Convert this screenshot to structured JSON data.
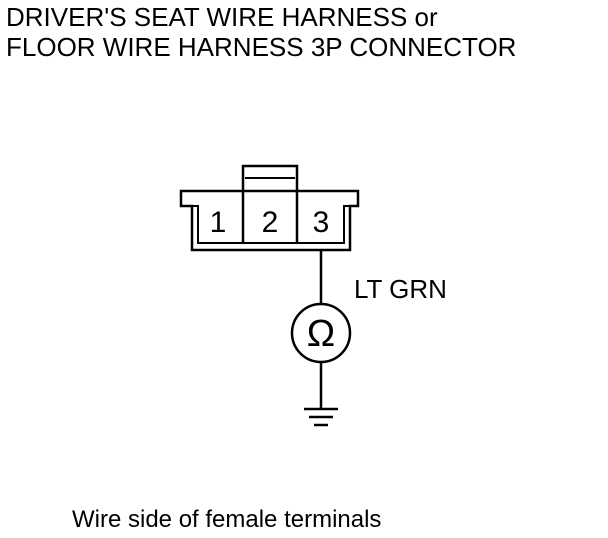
{
  "title": {
    "line1": "DRIVER'S SEAT WIRE HARNESS or",
    "line2": "FLOOR WIRE HARNESS 3P CONNECTOR"
  },
  "connector": {
    "pins": [
      "1",
      "2",
      "3"
    ]
  },
  "wire": {
    "color_label": "LT GRN"
  },
  "meter": {
    "symbol": "Ω",
    "icon": "ohmmeter-icon"
  },
  "ground": {
    "icon": "ground-icon"
  },
  "caption": "Wire side of female terminals",
  "colors": {
    "line": "#000000",
    "background": "#ffffff"
  }
}
